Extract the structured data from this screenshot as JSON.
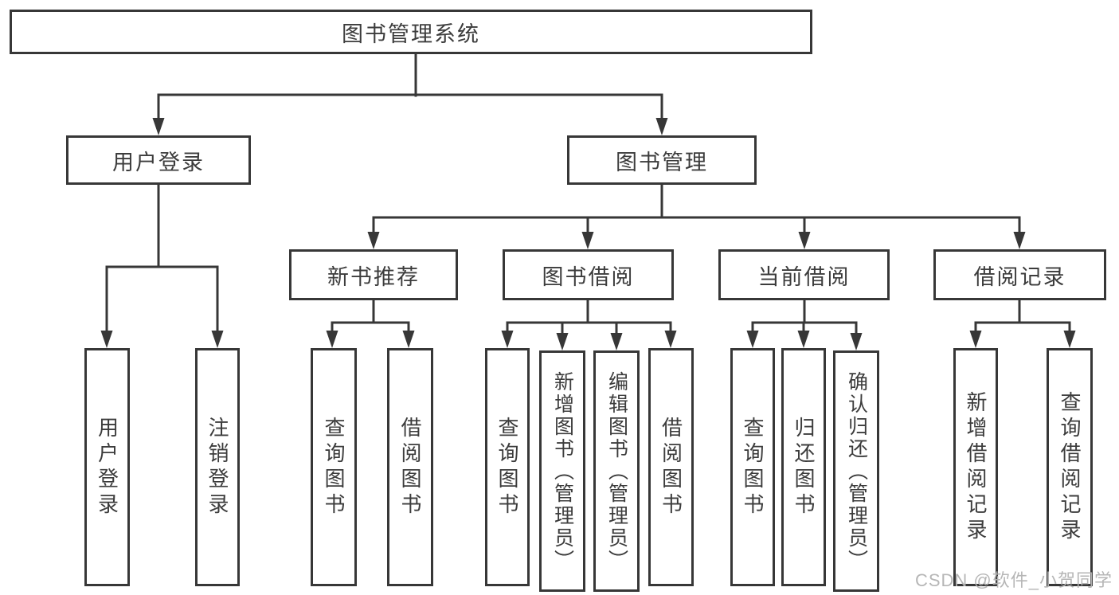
{
  "diagram": {
    "root": {
      "label": "图书管理系统"
    },
    "branches": [
      {
        "label": "用户登录",
        "children": [
          {
            "label": "用户登录"
          },
          {
            "label": "注销登录"
          }
        ]
      },
      {
        "label": "图书管理",
        "groups": [
          {
            "label": "新书推荐",
            "children": [
              {
                "label": "查询图书"
              },
              {
                "label": "借阅图书"
              }
            ]
          },
          {
            "label": "图书借阅",
            "children": [
              {
                "label": "查询图书"
              },
              {
                "label": "新增图书（管理员）"
              },
              {
                "label": "编辑图书（管理员）"
              },
              {
                "label": "借阅图书"
              }
            ]
          },
          {
            "label": "当前借阅",
            "children": [
              {
                "label": "查询图书"
              },
              {
                "label": "归还图书"
              },
              {
                "label": "确认归还（管理员）"
              }
            ]
          },
          {
            "label": "借阅记录",
            "children": [
              {
                "label": "新增借阅记录"
              },
              {
                "label": "查询借阅记录"
              }
            ]
          }
        ]
      }
    ],
    "watermark": "CSDN @软件_小贺同学",
    "colors": {
      "line": "#373737",
      "box_fill": "#ffffff",
      "text": "#3c3c3c",
      "watermark": "#b2b2b2"
    }
  }
}
